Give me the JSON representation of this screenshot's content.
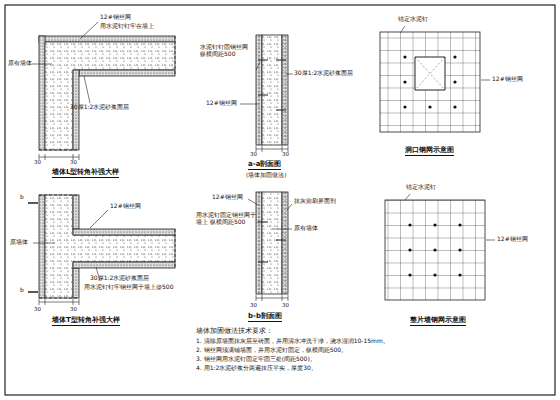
{
  "diagram": {
    "labels": [
      "12#钢丝网",
      "用水泥钉钉牢在墙上",
      "原有墙体",
      "30厚1:2水泥砂浆面层",
      "30",
      "30",
      "墙体L型转角补强大样",
      "水泥钉钉固钢丝网 纵横间距500",
      "30厚1:2水泥砂浆面层",
      "12#钢丝网",
      "30",
      "30",
      "a-a剖面图",
      "(墙体加固做法)",
      "锚定水泥钉",
      "12#钢丝网",
      "洞口钢网示意图",
      "b",
      "b",
      "原墙体",
      "12#钢丝网",
      "30厚1:2水泥砂浆面层",
      "用水泥钉钉牢钢丝网于墙上@500",
      "30",
      "30",
      "墙体T型转角补强大样",
      "12#钢丝网",
      "用水泥钉固定钢丝网于墙上 纵横间距500",
      "抹灰前刷界面剂",
      "原有墙体",
      "30",
      "30",
      "b-b剖面图",
      "墙体加固做法技术要求：",
      "1. 清除原墙面抹灰层至砖面，并用清水冲洗干净，浇水湿润10-15mm。",
      "2. 钢丝网须满铺墙面，并用水泥钉固定，纵横间距500。",
      "3. 钢丝网用水泥钉固定牢固三处(间距500)。",
      "4. 用1:2水泥砂浆分两遍抹压平实，厚度30。",
      "锚定水泥钉",
      "12#钢丝网",
      "整片墙钢网示意图"
    ]
  }
}
